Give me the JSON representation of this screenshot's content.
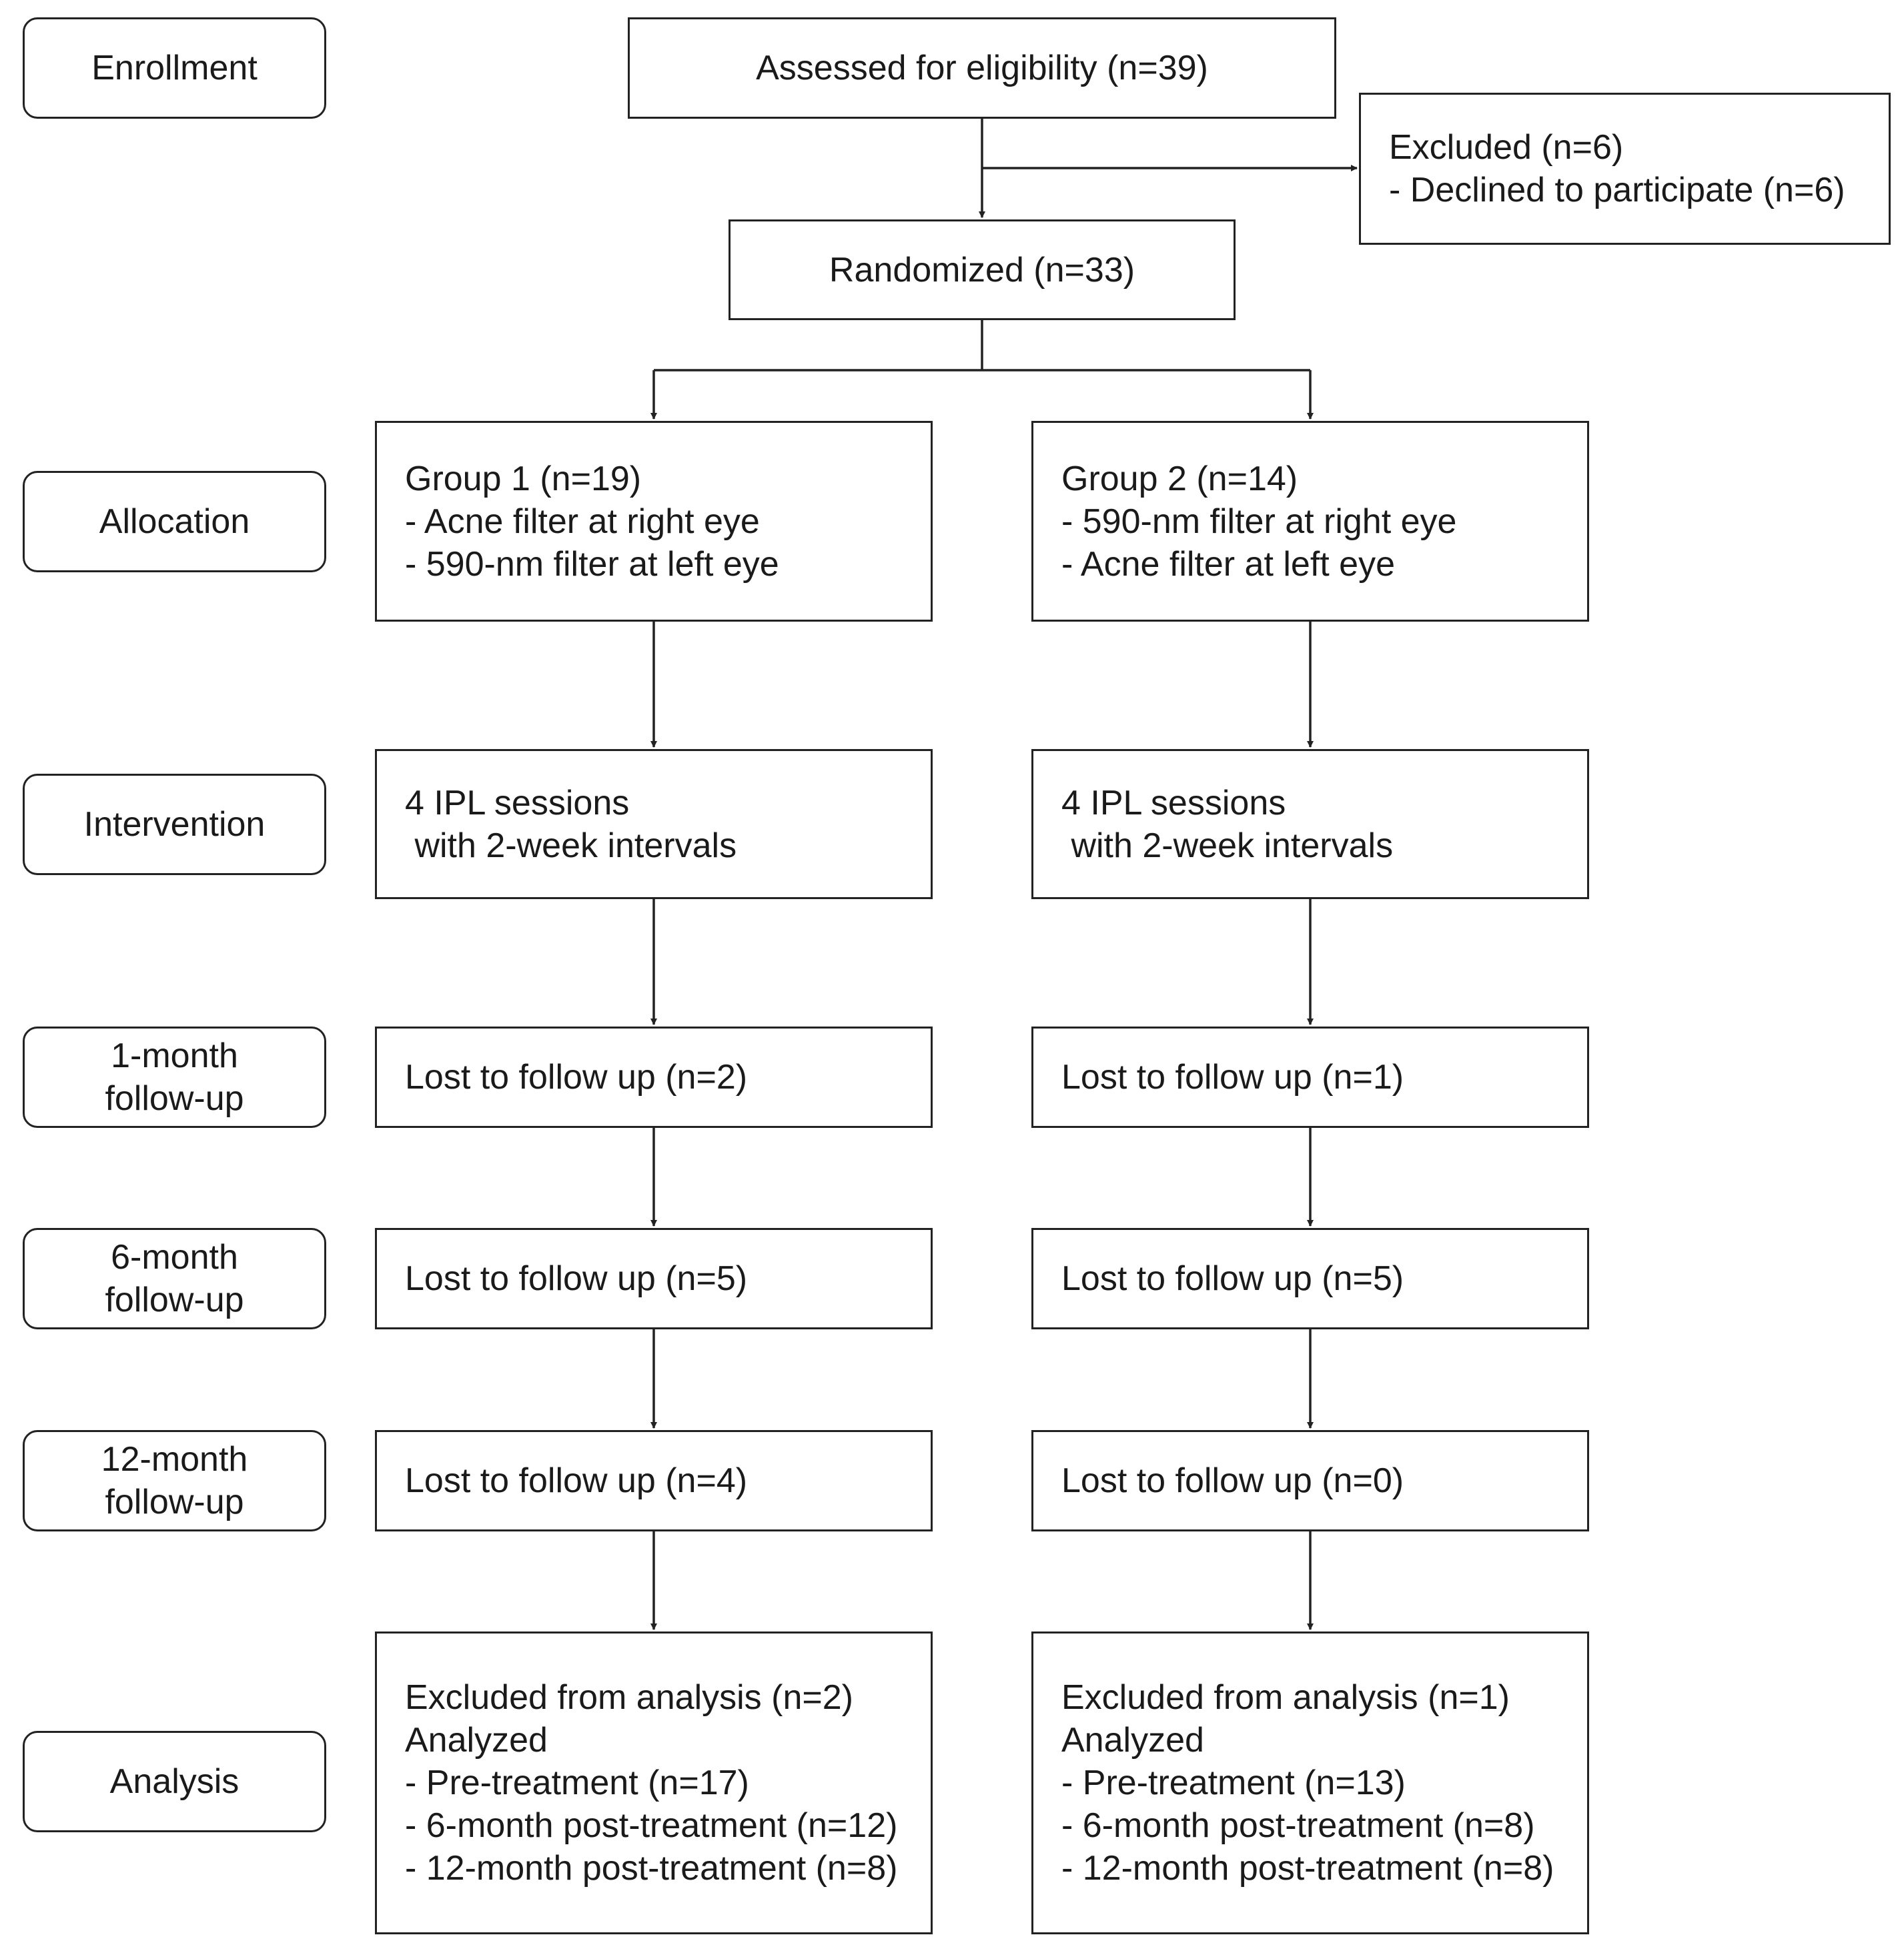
{
  "stages": {
    "enrollment": [
      "Enrollment"
    ],
    "allocation": [
      "Allocation"
    ],
    "intervention": [
      "Intervention"
    ],
    "followup_1m": [
      "1-month",
      "follow-up"
    ],
    "followup_6m": [
      "6-month",
      "follow-up"
    ],
    "followup_12m": [
      "12-month",
      "follow-up"
    ],
    "analysis": [
      "Analysis"
    ]
  },
  "enrollment": {
    "assessed": "Assessed for eligibility (n=39)",
    "excluded": [
      "Excluded (n=6)",
      "- Declined to participate (n=6)"
    ],
    "randomized": "Randomized (n=33)"
  },
  "group1": {
    "allocation": [
      "Group 1 (n=19)",
      "- Acne filter at right eye",
      "- 590-nm filter at left eye"
    ],
    "intervention": [
      "4 IPL sessions",
      " with 2-week intervals"
    ],
    "lost_1m": "Lost to follow up (n=2)",
    "lost_6m": "Lost to follow up (n=5)",
    "lost_12m": "Lost to follow up (n=4)",
    "analysis": [
      "Excluded from analysis (n=2)",
      "Analyzed",
      "- Pre-treatment (n=17)",
      "- 6-month post-treatment (n=12)",
      "- 12-month post-treatment (n=8)"
    ]
  },
  "group2": {
    "allocation": [
      "Group 2 (n=14)",
      "- 590-nm filter at right eye",
      "- Acne filter at left eye"
    ],
    "intervention": [
      "4 IPL sessions",
      " with 2-week intervals"
    ],
    "lost_1m": "Lost to follow up (n=1)",
    "lost_6m": "Lost to follow up (n=5)",
    "lost_12m": "Lost to follow up (n=0)",
    "analysis": [
      "Excluded from analysis (n=1)",
      "Analyzed",
      "- Pre-treatment (n=13)",
      "- 6-month post-treatment (n=8)",
      "- 12-month post-treatment (n=8)"
    ]
  }
}
